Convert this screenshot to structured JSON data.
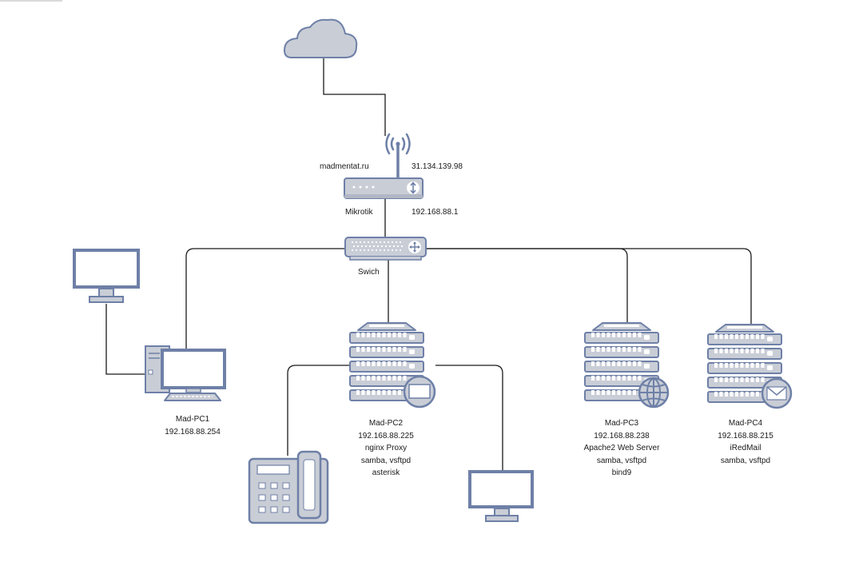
{
  "router": {
    "domain": "madmentat.ru",
    "external_ip": "31.134.139.98",
    "name": "Mikrotik",
    "internal_ip": "192.168.88.1"
  },
  "switch": {
    "name": "Swich"
  },
  "hosts": [
    {
      "name": "Mad-PC1",
      "ip": "192.168.88.254"
    },
    {
      "name": "Mad-PC2",
      "ip": "192.168.88.225",
      "services": [
        "nginx Proxy",
        "samba, vsftpd",
        "asterisk"
      ]
    },
    {
      "name": "Mad-PC3",
      "ip": "192.168.88.238",
      "services": [
        "Apache2 Web Server",
        "samba, vsftpd",
        "bind9"
      ]
    },
    {
      "name": "Mad-PC4",
      "ip": "192.168.88.215",
      "services": [
        "iRedMail",
        "samba, vsftpd"
      ]
    }
  ],
  "colors": {
    "stroke": "#6e80a7",
    "fill": "#c9cdd6",
    "line": "#1a1a1a",
    "panel": "#ffffff"
  },
  "icons": [
    "cloud-icon",
    "wifi-antenna-icon",
    "router-icon",
    "switch-icon",
    "monitor-icon",
    "desktop-pc-icon",
    "server-icon",
    "desk-phone-icon",
    "mail-icon",
    "globe-icon",
    "screen-icon"
  ]
}
